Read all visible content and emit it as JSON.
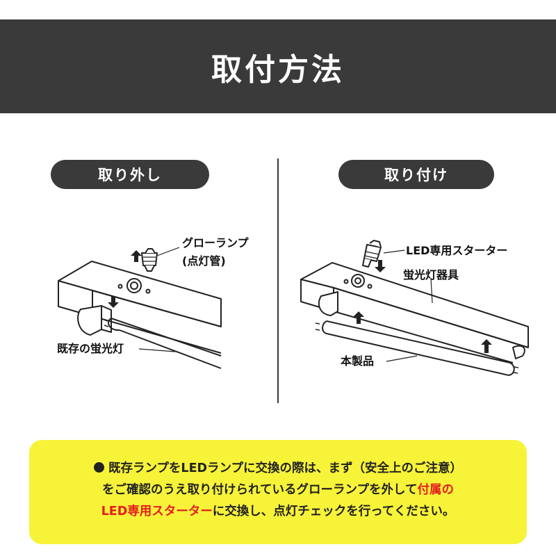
{
  "header": {
    "title": "取付方法"
  },
  "left": {
    "heading": "取り外し",
    "labels": {
      "glow_lamp_1": "グローランプ",
      "glow_lamp_2": "(点灯管)",
      "existing_tube": "既存の蛍光灯"
    }
  },
  "right": {
    "heading": "取り付け",
    "labels": {
      "starter": "LED専用スターター",
      "fixture": "蛍光灯器具",
      "product": "本製品"
    }
  },
  "notice": {
    "line1": "既存ランプをLEDランプに交換の際は、まず（安全上のご注意）",
    "line2_a": "をご確認のうえ取り付けられているグローランプを外して",
    "line2_b": "付属の",
    "line3_a": "LED専用スターター",
    "line3_b": "に交換し、点灯チェックを行ってください。"
  },
  "colors": {
    "dark": "#3a3a3a",
    "notice_bg": "#f7f339",
    "accent_red": "#e61e1e"
  }
}
